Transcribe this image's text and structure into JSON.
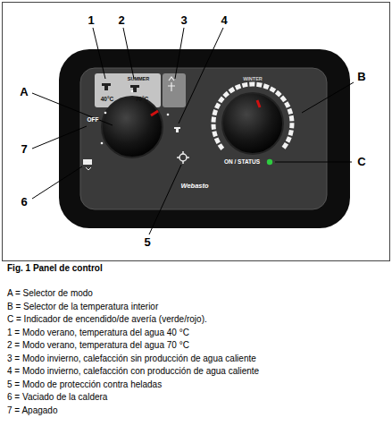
{
  "diagram": {
    "caption": "Fig. 1 Panel de control",
    "labels": [
      "1",
      "2",
      "3",
      "4",
      "A",
      "B",
      "7",
      "C",
      "6",
      "5",
      "40°C",
      "SUMMER",
      "70°C",
      "WINTER",
      "OFF",
      "ON / STATUS",
      "Webasto",
      "A = Selector de modo",
      "B = Selector de la temperatura interior",
      "C = Indicador de encendido/de avería (verde/rojo).",
      "1 = Modo verano, temperatura del agua 40 °C",
      "2 = Modo verano, temperatura del agua 70 °C",
      "3 = Modo invierno, calefacción sin producción de agua caliente",
      "4 = Modo invierno, calefacción con producción de agua caliente",
      "5 = Modo de protección contra heladas",
      "6 = Vaciado de la caldera",
      "7 = Apagado"
    ]
  }
}
